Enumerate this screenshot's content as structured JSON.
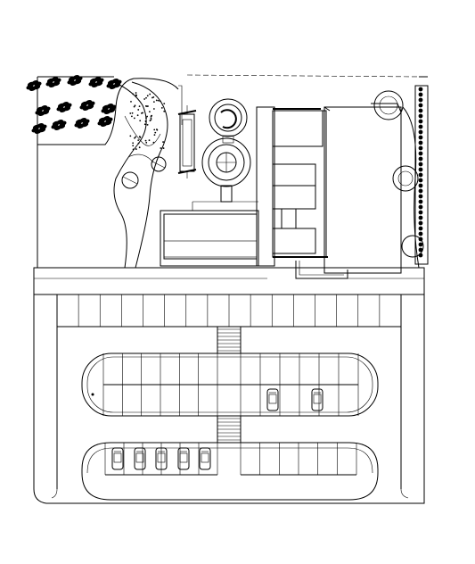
{
  "drawing": {
    "type": "site-plan",
    "line_color": "#000000",
    "background_color": "#ffffff"
  },
  "parking": {
    "top_row_stalls": 16,
    "upper_island_stalls_per_side": 6,
    "lower_island_stalls_per_side": 6,
    "bottom_row_stalls": 12,
    "parked_cars_bottom": 5,
    "parked_cars_island": 2
  },
  "landscape": {
    "tree_clusters": 13,
    "round_planters": 4
  }
}
